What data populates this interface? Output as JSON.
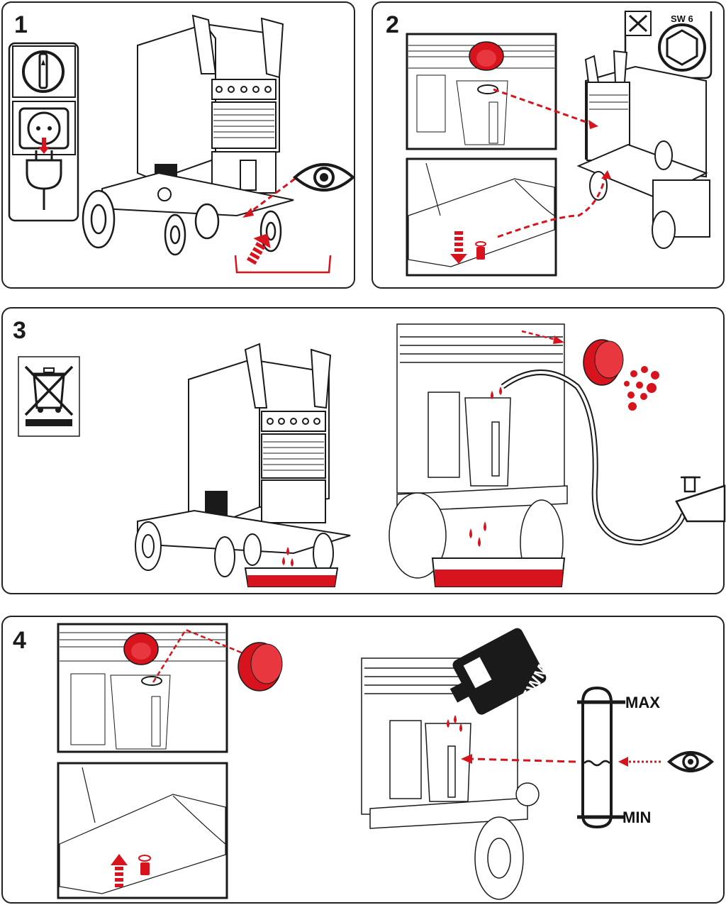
{
  "colors": {
    "accent_red": "#d7141e",
    "outline": "#1a1a1a",
    "panel_border": "#222222",
    "background": "#ffffff"
  },
  "steps": [
    {
      "number": "1",
      "icons": [
        "mains-switch-icon",
        "unplug-icon",
        "eye-icon",
        "drain-tray-icon"
      ]
    },
    {
      "number": "2",
      "icons": [
        "tool-icon",
        "hex-wrench-icon",
        "coolant-tank-cap-icon",
        "drain-plug-icon"
      ]
    },
    {
      "number": "3",
      "icons": [
        "weee-disposal-icon",
        "coolant-drops-icon",
        "water-tap-icon",
        "drain-tray-icon"
      ]
    },
    {
      "number": "4",
      "icons": [
        "tank-cap-icon",
        "drain-plug-icon",
        "coolant-bottle-icon",
        "level-gauge-icon",
        "eye-icon"
      ]
    }
  ],
  "tool_size_label": "SW 6",
  "level_gauge": {
    "max_label": "MAX",
    "min_label": "MIN"
  },
  "bottle_brand": "EWM",
  "tank_marking": "MAX"
}
